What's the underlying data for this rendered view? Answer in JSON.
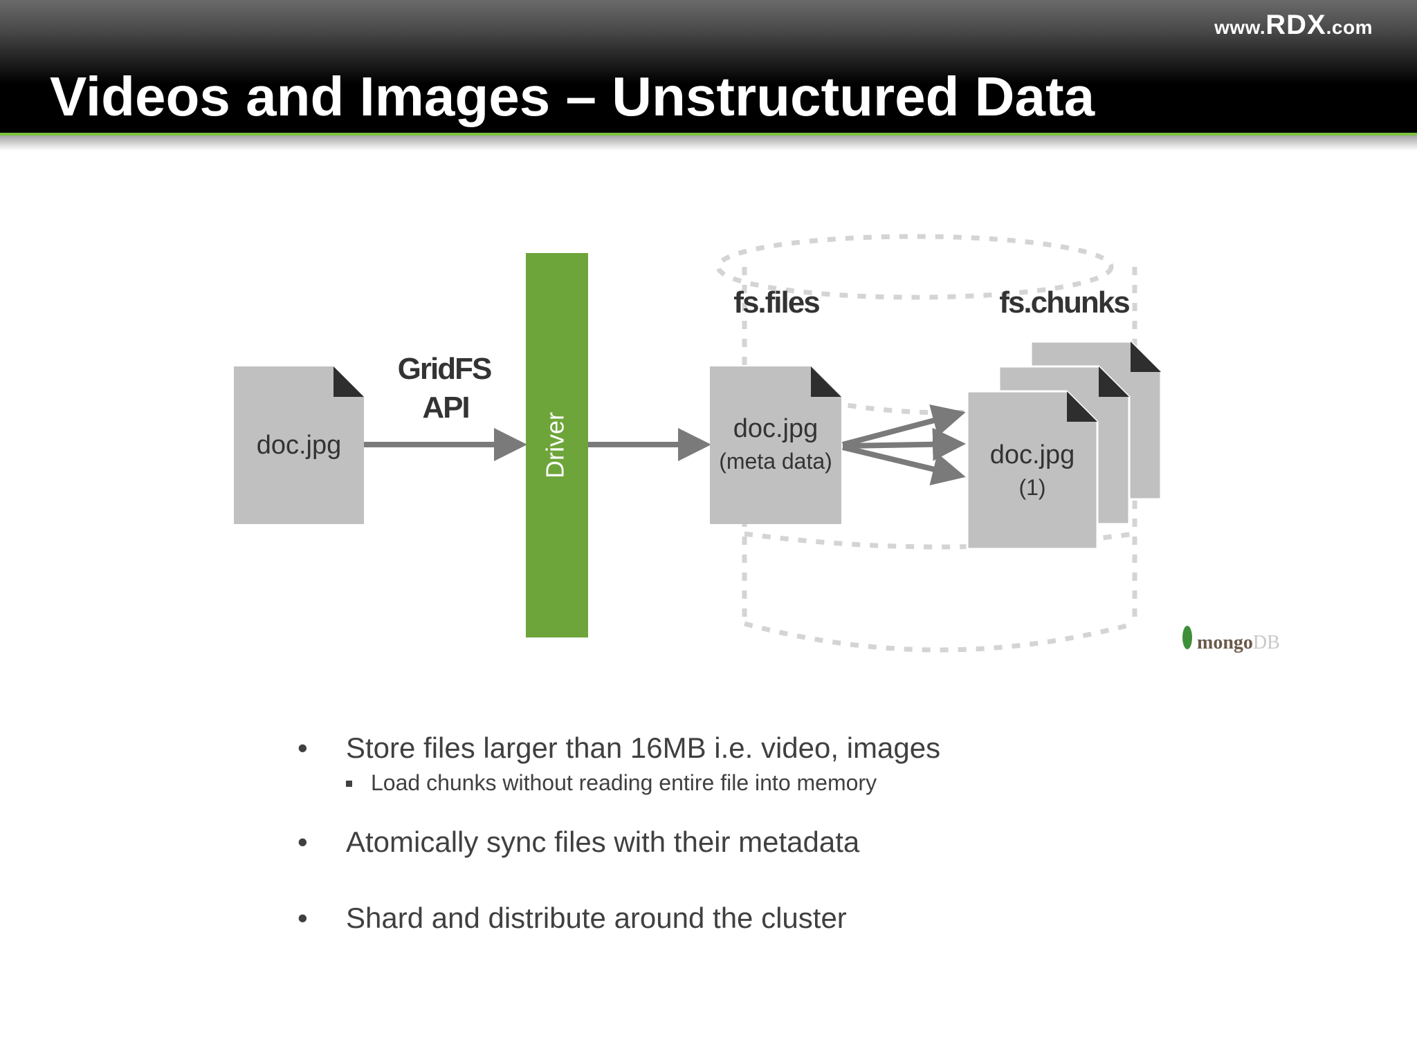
{
  "header": {
    "brand_prefix": "www.",
    "brand_name": "RDX",
    "brand_suffix": ".com",
    "title": "Videos and Images – Unstructured Data"
  },
  "diagram": {
    "source_file": "doc.jpg",
    "api_label_line1": "GridFS",
    "api_label_line2": "API",
    "driver_label": "Driver",
    "files_collection_label": "fs.files",
    "chunks_collection_label": "fs.chunks",
    "meta_file_name": "doc.jpg",
    "meta_file_note": "(meta data)",
    "chunk_file_name": "doc.jpg",
    "chunk_file_index": "(1)",
    "logo_text_bold": "mongo",
    "logo_text_light": "DB",
    "colors": {
      "driver_bar": "#6da53a",
      "document": "#c0c0c0",
      "document_corner": "#2e2e2e",
      "arrow": "#7a7a7a",
      "dashed_cylinder": "#d4d4d4",
      "accent_line": "#7cc242"
    }
  },
  "bullets": [
    {
      "text": "Store files larger than 16MB i.e. video, images",
      "sub": [
        "Load chunks without reading entire file into memory"
      ]
    },
    {
      "text": "Atomically sync files with their metadata",
      "sub": []
    },
    {
      "text": "Shard and distribute around the cluster",
      "sub": []
    }
  ]
}
